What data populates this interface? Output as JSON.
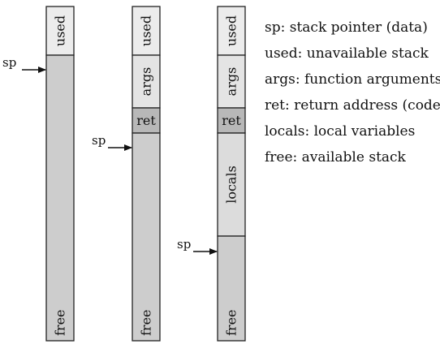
{
  "colors": {
    "used": "#ececec",
    "args": "#e4e4e4",
    "ret": "#b8b8b8",
    "locals": "#dcdcdc",
    "free": "#cdcdcd",
    "stroke": "#222222"
  },
  "pointer_label": "sp",
  "stacks": [
    {
      "segments": [
        {
          "kind": "used",
          "label": "used"
        },
        {
          "kind": "free",
          "label": "free"
        }
      ]
    },
    {
      "segments": [
        {
          "kind": "used",
          "label": "used"
        },
        {
          "kind": "args",
          "label": "args"
        },
        {
          "kind": "ret",
          "label": "ret"
        },
        {
          "kind": "free",
          "label": "free"
        }
      ]
    },
    {
      "segments": [
        {
          "kind": "used",
          "label": "used"
        },
        {
          "kind": "args",
          "label": "args"
        },
        {
          "kind": "ret",
          "label": "ret"
        },
        {
          "kind": "locals",
          "label": "locals"
        },
        {
          "kind": "free",
          "label": "free"
        }
      ]
    }
  ],
  "legend": [
    "sp: stack pointer (data)",
    "used: unavailable stack",
    "args: function arguments",
    "ret: return address (code)",
    "locals: local variables",
    "free: available stack"
  ]
}
